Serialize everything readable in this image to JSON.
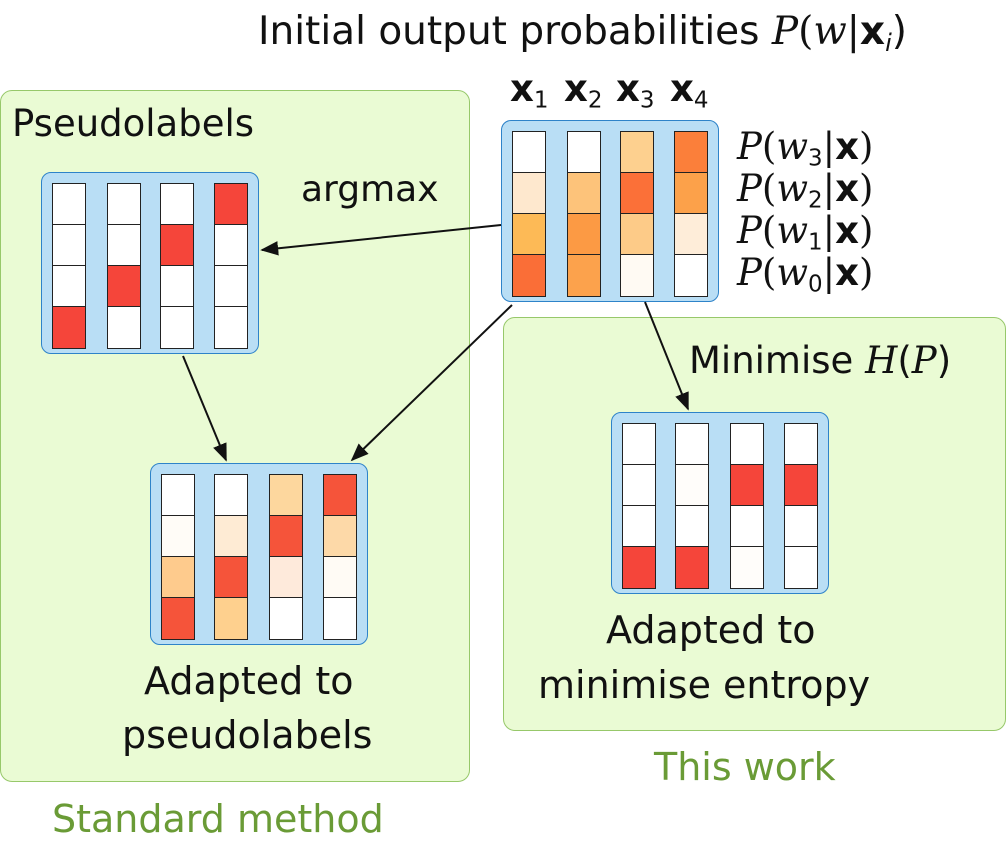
{
  "title": {
    "text": "Initial output probabilities ",
    "math_p": "P",
    "math_open": "(",
    "math_w": "w",
    "math_bar": "|",
    "math_x": "x",
    "math_sub": "i",
    "math_close": ")"
  },
  "columns": [
    {
      "var": "x",
      "sub": "1"
    },
    {
      "var": "x",
      "sub": "2"
    },
    {
      "var": "x",
      "sub": "3"
    },
    {
      "var": "x",
      "sub": "4"
    }
  ],
  "row_labels": [
    {
      "p": "P",
      "open": "(",
      "w": "w",
      "sub": "3",
      "bar": "|",
      "x": "x",
      "close": ")"
    },
    {
      "p": "P",
      "open": "(",
      "w": "w",
      "sub": "2",
      "bar": "|",
      "x": "x",
      "close": ")"
    },
    {
      "p": "P",
      "open": "(",
      "w": "w",
      "sub": "1",
      "bar": "|",
      "x": "x",
      "close": ")"
    },
    {
      "p": "P",
      "open": "(",
      "w": "w",
      "sub": "0",
      "bar": "|",
      "x": "x",
      "close": ")"
    }
  ],
  "left_panel": {
    "heading": "Pseudolabels",
    "arrow_label": "argmax",
    "caption_line1": "Adapted to",
    "caption_line2": "pseudolabels",
    "footer": "Standard method"
  },
  "right_panel": {
    "heading_text": "Minimise ",
    "heading_h": "H",
    "heading_open": "(",
    "heading_p": "P",
    "heading_close": ")",
    "caption_line1": "Adapted to",
    "caption_line2": "minimise entropy",
    "footer": "This work"
  },
  "colors": {
    "panel_bg": "#eafbd4",
    "panel_border": "#97c86a",
    "grid_bg": "#b9def5",
    "grid_border": "#2e83c9",
    "label_green": "#6a9b36"
  },
  "grids": {
    "initial": [
      [
        "#ffffff",
        "#ffffff",
        "#fdd08f",
        "#fb7f3a"
      ],
      [
        "#fee8ce",
        "#fdc37a",
        "#fb7038",
        "#fca14a"
      ],
      [
        "#fdba56",
        "#fc9a44",
        "#fdcb88",
        "#feedd9"
      ],
      [
        "#fa6e37",
        "#fca24c",
        "#fffaf3",
        "#ffffff"
      ]
    ],
    "pseudolabels": [
      [
        "#ffffff",
        "#ffffff",
        "#ffffff",
        "#f5453a"
      ],
      [
        "#ffffff",
        "#ffffff",
        "#f5453a",
        "#ffffff"
      ],
      [
        "#ffffff",
        "#f5453a",
        "#ffffff",
        "#ffffff"
      ],
      [
        "#f5453a",
        "#ffffff",
        "#ffffff",
        "#ffffff"
      ]
    ],
    "adapted_pseudo": [
      [
        "#ffffff",
        "#ffffff",
        "#fdd79e",
        "#f5543a"
      ],
      [
        "#fffcf7",
        "#feebd4",
        "#f5543a",
        "#fdd9a8"
      ],
      [
        "#fecb8d",
        "#f5543a",
        "#feeadb",
        "#fffbf5"
      ],
      [
        "#f5543a",
        "#fed08e",
        "#ffffff",
        "#ffffff"
      ]
    ],
    "adapted_entropy": [
      [
        "#ffffff",
        "#ffffff",
        "#ffffff",
        "#ffffff"
      ],
      [
        "#ffffff",
        "#fffdfa",
        "#f5453a",
        "#f5453a"
      ],
      [
        "#ffffff",
        "#ffffff",
        "#ffffff",
        "#ffffff"
      ],
      [
        "#f5453a",
        "#f5453a",
        "#fffdfa",
        "#ffffff"
      ]
    ]
  }
}
